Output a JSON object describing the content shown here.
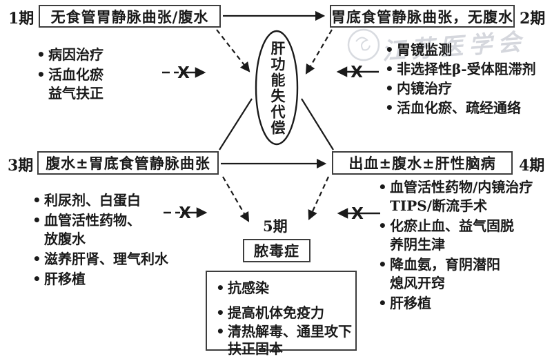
{
  "palette": {
    "ink": "#1a1a1a",
    "box_border": "#3d3d3d",
    "background": "#ffffff",
    "watermark": "#b3b8c2"
  },
  "center_node": {
    "text": "肝功能失代偿"
  },
  "stage1": {
    "label": "1期",
    "box": "无食管胃静脉曲张/腹水",
    "bullets": [
      "病因治疗",
      "活血化瘀\n益气扶正"
    ]
  },
  "stage2": {
    "label": "2期",
    "box": "胃底食管静脉曲张，无腹水",
    "bullets": [
      "胃镜监测",
      "非选择性β-受体阻滞剂",
      "内镜治疗",
      "活血化瘀、疏经通络"
    ]
  },
  "stage3": {
    "label": "3期",
    "box": "腹水±胃底食管静脉曲张",
    "bullets": [
      "利尿剂、白蛋白",
      "血管活性药物、\n放腹水",
      "滋养肝肾、理气利水",
      "肝移植"
    ]
  },
  "stage4": {
    "label": "4期",
    "box": "出血±腹水±肝性脑病",
    "bullets": [
      "血管活性药物/内镜治疗\nTIPS/断流手术",
      "化瘀止血、益气固脱\n养阴生津",
      "降血氨，育阴潜阳\n熄风开窍",
      "肝移植"
    ]
  },
  "stage5": {
    "label": "5期",
    "box": "脓毒症",
    "bullets": [
      "抗感染",
      "提高机体免疫力",
      "清热解毒、通里攻下\n扶正固本"
    ]
  },
  "blocked_symbol": "X",
  "watermark": {
    "text": "江苏医学会"
  }
}
